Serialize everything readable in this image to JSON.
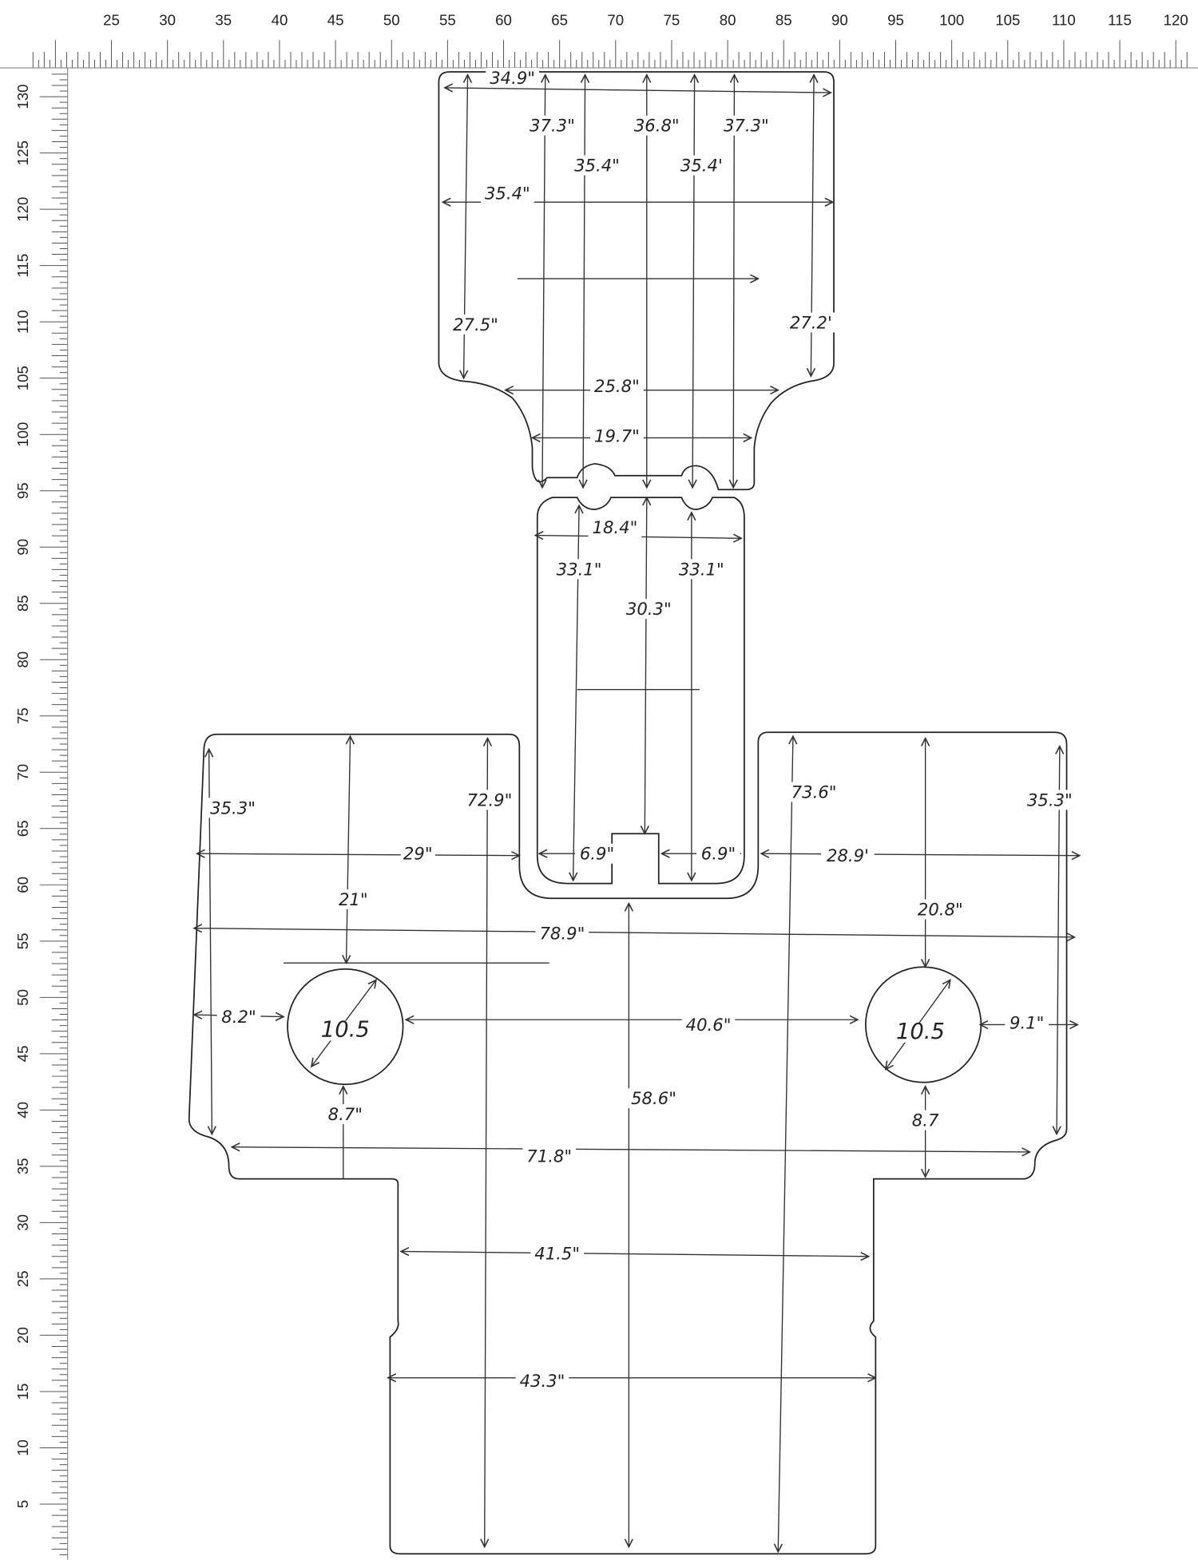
{
  "ruler": {
    "top_labels": [
      "25",
      "30",
      "35",
      "40",
      "45",
      "50",
      "55",
      "60",
      "65",
      "70",
      "75",
      "80",
      "85",
      "90",
      "95",
      "100",
      "105",
      "110",
      "115",
      "120"
    ],
    "left_labels": [
      "130",
      "125",
      "120",
      "115",
      "110",
      "105",
      "100",
      "95",
      "90",
      "85",
      "80",
      "75",
      "70",
      "65",
      "60",
      "55",
      "50",
      "45",
      "40",
      "35",
      "30",
      "25",
      "20",
      "15",
      "10",
      "5"
    ]
  },
  "dimensions": [
    "34.9\"",
    "37.3\"",
    "36.8\"",
    "37.3\"",
    "35.4\"",
    "35.4'",
    "35.4\"",
    "27.5\"",
    "27.2'",
    "25.8\"",
    "19.7\"",
    "18.4\"",
    "33.1\"",
    "33.1\"",
    "30.3\"",
    "35.3\"",
    "72.9\"",
    "73.6\"",
    "35.3\"",
    "29\"",
    "6.9\"",
    "6.9\"",
    "28.9'",
    "21\"",
    "20.8\"",
    "78.9\"",
    "8.2\"",
    "10.5",
    "40.6\"",
    "10.5",
    "9.1\"",
    "8.7\"",
    "58.6\"",
    "8.7",
    "71.8\"",
    "41.5\"",
    "43.3\""
  ]
}
